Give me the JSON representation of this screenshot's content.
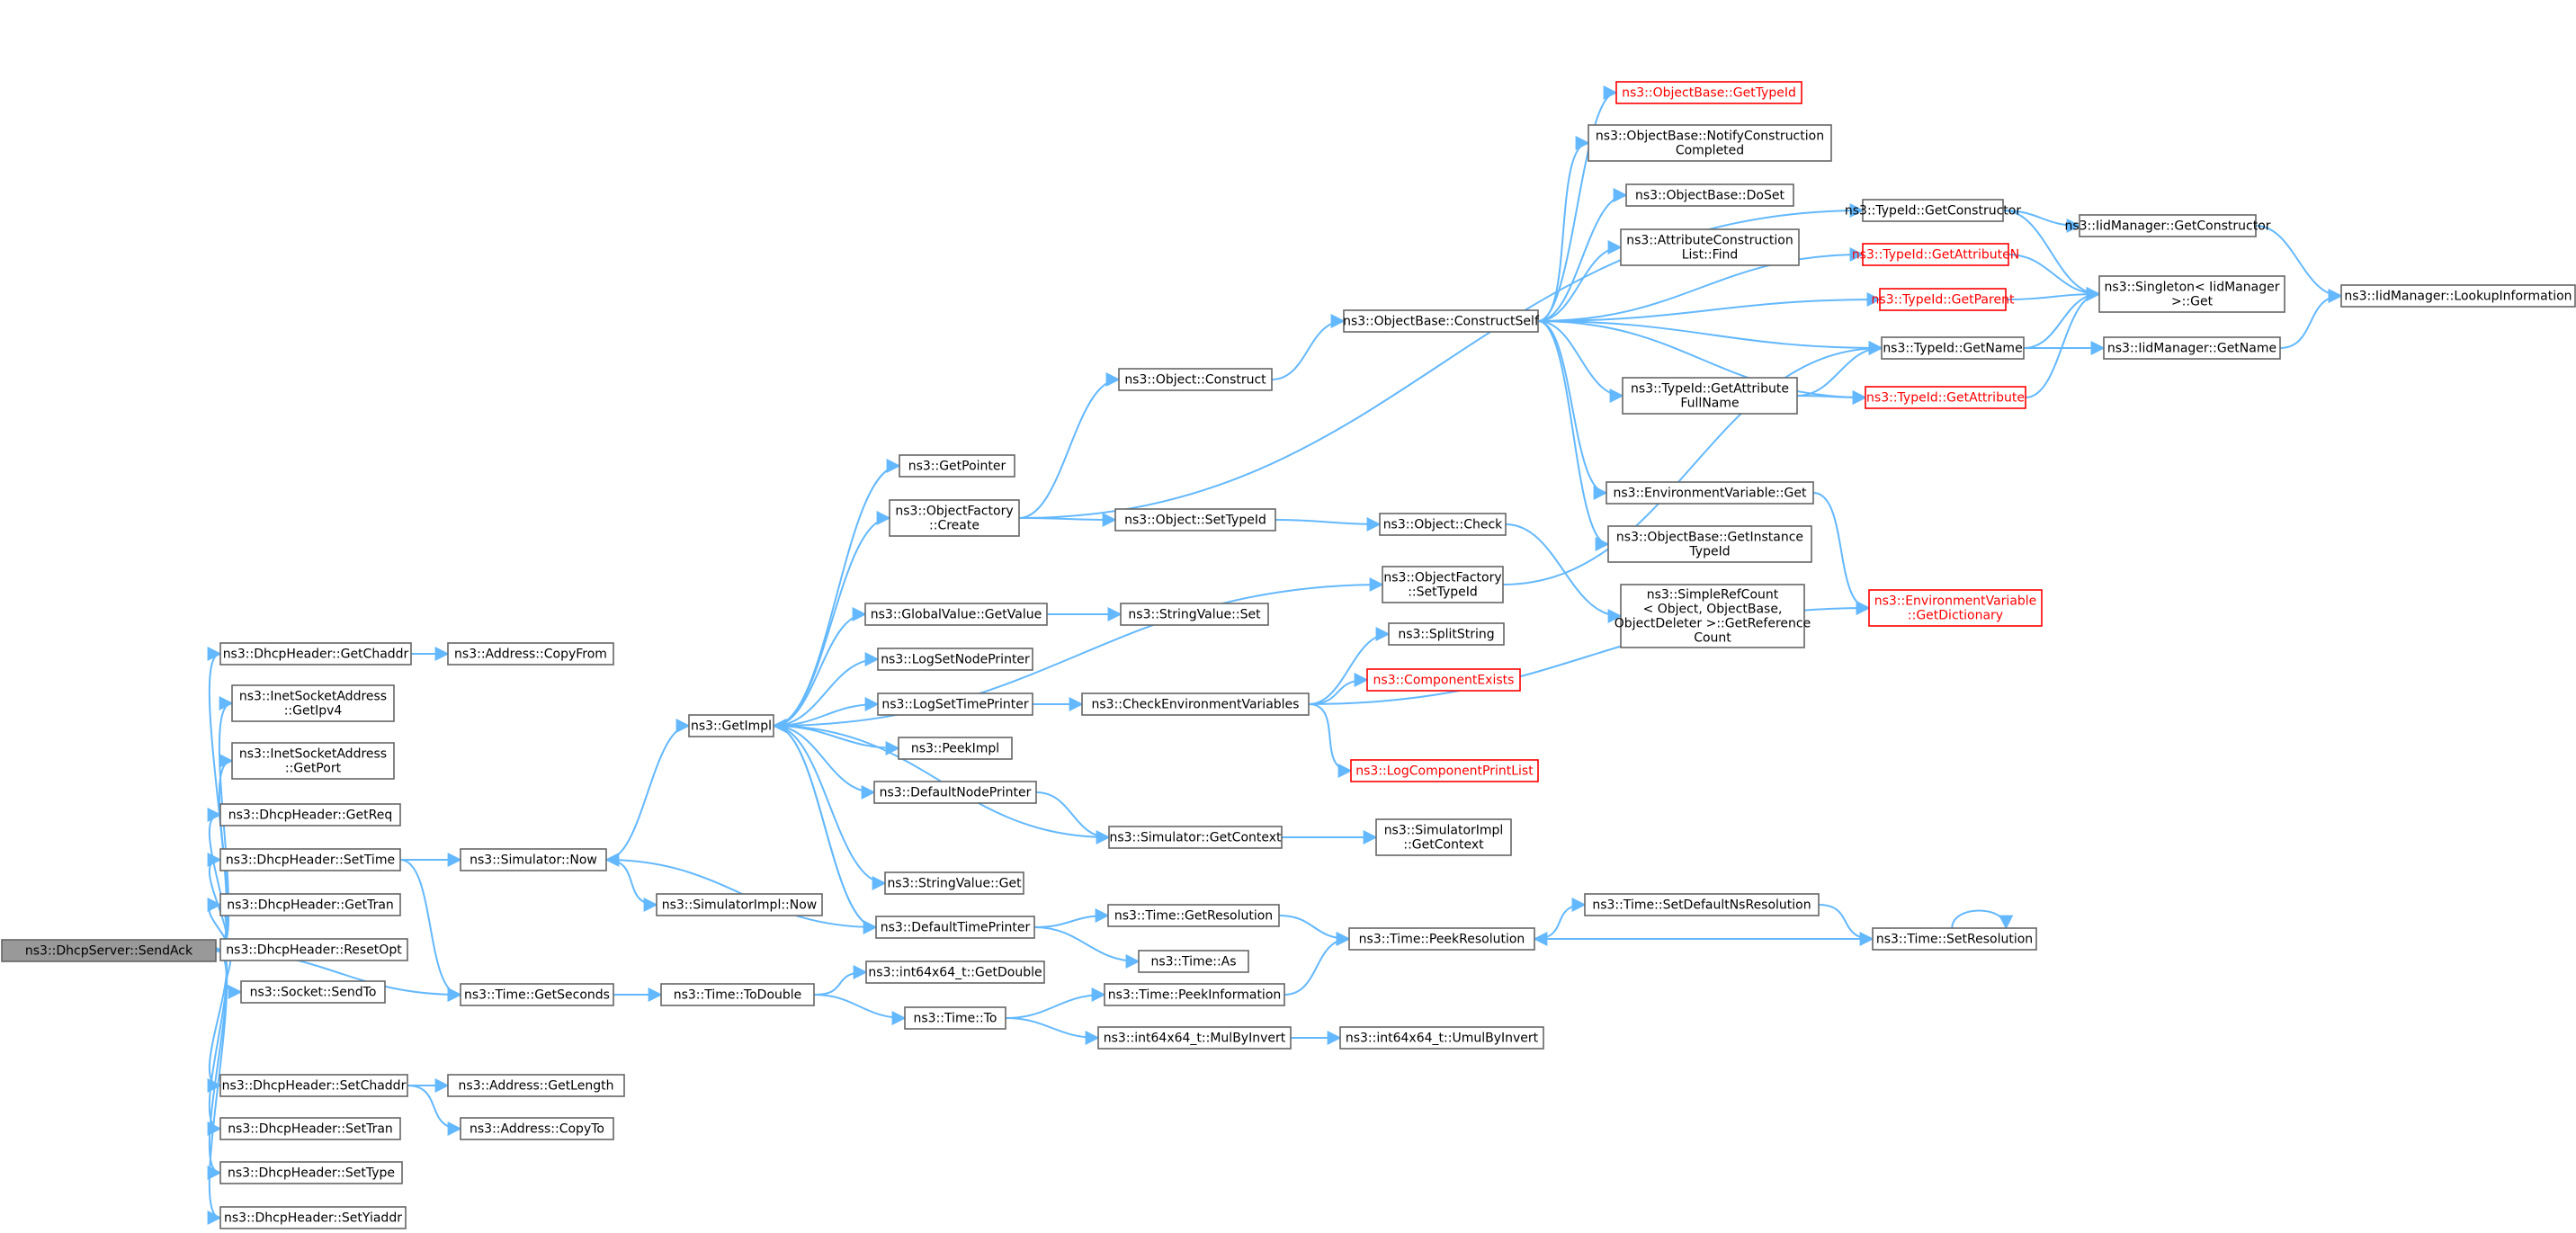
{
  "colors": {
    "edge": "#63b8ff",
    "border": "#666666",
    "warning": "#ff0000",
    "root_fill": "#999999"
  },
  "nodes": [
    {
      "id": "root",
      "lines": [
        "ns3::DhcpServer::SendAck"
      ],
      "style": "root"
    },
    {
      "id": "getChaddr",
      "lines": [
        "ns3::DhcpHeader::GetChaddr"
      ]
    },
    {
      "id": "addrCopyFrom",
      "lines": [
        "ns3::Address::CopyFrom"
      ]
    },
    {
      "id": "getIpv4",
      "lines": [
        "ns3::InetSocketAddress",
        "::GetIpv4"
      ]
    },
    {
      "id": "getPort",
      "lines": [
        "ns3::InetSocketAddress",
        "::GetPort"
      ]
    },
    {
      "id": "getReq",
      "lines": [
        "ns3::DhcpHeader::GetReq"
      ]
    },
    {
      "id": "setTime",
      "lines": [
        "ns3::DhcpHeader::SetTime"
      ]
    },
    {
      "id": "getTran",
      "lines": [
        "ns3::DhcpHeader::GetTran"
      ]
    },
    {
      "id": "resetOpt",
      "lines": [
        "ns3::DhcpHeader::ResetOpt"
      ]
    },
    {
      "id": "sendTo",
      "lines": [
        "ns3::Socket::SendTo"
      ]
    },
    {
      "id": "setChaddr",
      "lines": [
        "ns3::DhcpHeader::SetChaddr"
      ]
    },
    {
      "id": "setTran",
      "lines": [
        "ns3::DhcpHeader::SetTran"
      ]
    },
    {
      "id": "setType",
      "lines": [
        "ns3::DhcpHeader::SetType"
      ]
    },
    {
      "id": "setYiaddr",
      "lines": [
        "ns3::DhcpHeader::SetYiaddr"
      ]
    },
    {
      "id": "simNow",
      "lines": [
        "ns3::Simulator::Now"
      ]
    },
    {
      "id": "getSeconds",
      "lines": [
        "ns3::Time::GetSeconds"
      ]
    },
    {
      "id": "addrGetLength",
      "lines": [
        "ns3::Address::GetLength"
      ]
    },
    {
      "id": "addrCopyTo",
      "lines": [
        "ns3::Address::CopyTo"
      ]
    },
    {
      "id": "getImpl",
      "lines": [
        "ns3::GetImpl"
      ]
    },
    {
      "id": "simImplNow",
      "lines": [
        "ns3::SimulatorImpl::Now"
      ]
    },
    {
      "id": "toDouble",
      "lines": [
        "ns3::Time::ToDouble"
      ]
    },
    {
      "id": "getPointer",
      "lines": [
        "ns3::GetPointer"
      ]
    },
    {
      "id": "ofCreate",
      "lines": [
        "ns3::ObjectFactory",
        "::Create"
      ]
    },
    {
      "id": "gvGetValue",
      "lines": [
        "ns3::GlobalValue::GetValue"
      ]
    },
    {
      "id": "logSetNode",
      "lines": [
        "ns3::LogSetNodePrinter"
      ]
    },
    {
      "id": "logSetTime",
      "lines": [
        "ns3::LogSetTimePrinter"
      ]
    },
    {
      "id": "peekImpl",
      "lines": [
        "ns3::PeekImpl"
      ]
    },
    {
      "id": "defNodePrinter",
      "lines": [
        "ns3::DefaultNodePrinter"
      ]
    },
    {
      "id": "strGet",
      "lines": [
        "ns3::StringValue::Get"
      ]
    },
    {
      "id": "defTimePrinter",
      "lines": [
        "ns3::DefaultTimePrinter"
      ]
    },
    {
      "id": "i64GetDouble",
      "lines": [
        "ns3::int64x64_t::GetDouble"
      ]
    },
    {
      "id": "timeTo",
      "lines": [
        "ns3::Time::To"
      ]
    },
    {
      "id": "objConstruct",
      "lines": [
        "ns3::Object::Construct"
      ]
    },
    {
      "id": "objSetTypeId",
      "lines": [
        "ns3::Object::SetTypeId"
      ]
    },
    {
      "id": "strSet",
      "lines": [
        "ns3::StringValue::Set"
      ]
    },
    {
      "id": "checkEnv",
      "lines": [
        "ns3::CheckEnvironmentVariables"
      ]
    },
    {
      "id": "simGetContext",
      "lines": [
        "ns3::Simulator::GetContext"
      ]
    },
    {
      "id": "timeGetRes",
      "lines": [
        "ns3::Time::GetResolution"
      ]
    },
    {
      "id": "timeAs",
      "lines": [
        "ns3::Time::As"
      ]
    },
    {
      "id": "timePeekInfo",
      "lines": [
        "ns3::Time::PeekInformation"
      ]
    },
    {
      "id": "mulByInvert",
      "lines": [
        "ns3::int64x64_t::MulByInvert"
      ]
    },
    {
      "id": "obConstructSelf",
      "lines": [
        "ns3::ObjectBase::ConstructSelf"
      ]
    },
    {
      "id": "objCheck",
      "lines": [
        "ns3::Object::Check"
      ]
    },
    {
      "id": "ofSetTypeId",
      "lines": [
        "ns3::ObjectFactory",
        "::SetTypeId"
      ]
    },
    {
      "id": "splitString",
      "lines": [
        "ns3::SplitString"
      ]
    },
    {
      "id": "compExists",
      "lines": [
        "ns3::ComponentExists"
      ],
      "style": "red"
    },
    {
      "id": "logCompPrint",
      "lines": [
        "ns3::LogComponentPrintList"
      ],
      "style": "red"
    },
    {
      "id": "simImplGetCtx",
      "lines": [
        "ns3::SimulatorImpl",
        "::GetContext"
      ]
    },
    {
      "id": "peekRes",
      "lines": [
        "ns3::Time::PeekResolution"
      ]
    },
    {
      "id": "umulByInvert",
      "lines": [
        "ns3::int64x64_t::UmulByInvert"
      ]
    },
    {
      "id": "obGetTypeId",
      "lines": [
        "ns3::ObjectBase::GetTypeId"
      ],
      "style": "red"
    },
    {
      "id": "obNotify",
      "lines": [
        "ns3::ObjectBase::NotifyConstruction",
        "Completed"
      ]
    },
    {
      "id": "obDoSet",
      "lines": [
        "ns3::ObjectBase::DoSet"
      ]
    },
    {
      "id": "attrFind",
      "lines": [
        "ns3::AttributeConstruction",
        "List::Find"
      ]
    },
    {
      "id": "tidAttrFull",
      "lines": [
        "ns3::TypeId::GetAttribute",
        "FullName"
      ]
    },
    {
      "id": "envGet",
      "lines": [
        "ns3::EnvironmentVariable::Get"
      ]
    },
    {
      "id": "obGetInst",
      "lines": [
        "ns3::ObjectBase::GetInstance",
        "TypeId"
      ]
    },
    {
      "id": "srcGetRef",
      "lines": [
        "ns3::SimpleRefCount",
        "< Object, ObjectBase,",
        "ObjectDeleter >::GetReference",
        "Count"
      ]
    },
    {
      "id": "setDefNs",
      "lines": [
        "ns3::Time::SetDefaultNsResolution"
      ]
    },
    {
      "id": "timeSetRes",
      "lines": [
        "ns3::Time::SetResolution"
      ]
    },
    {
      "id": "tidGetCtor",
      "lines": [
        "ns3::TypeId::GetConstructor"
      ]
    },
    {
      "id": "tidGetAttrN",
      "lines": [
        "ns3::TypeId::GetAttributeN"
      ],
      "style": "red"
    },
    {
      "id": "tidGetParent",
      "lines": [
        "ns3::TypeId::GetParent"
      ],
      "style": "red"
    },
    {
      "id": "tidGetName",
      "lines": [
        "ns3::TypeId::GetName"
      ]
    },
    {
      "id": "tidGetAttr",
      "lines": [
        "ns3::TypeId::GetAttribute"
      ],
      "style": "red"
    },
    {
      "id": "envGetDict",
      "lines": [
        "ns3::EnvironmentVariable",
        "::GetDictionary"
      ],
      "style": "red"
    },
    {
      "id": "iidGetCtor",
      "lines": [
        "ns3::IidManager::GetConstructor"
      ]
    },
    {
      "id": "singletonGet",
      "lines": [
        "ns3::Singleton< IidManager",
        ">::Get"
      ]
    },
    {
      "id": "iidGetName",
      "lines": [
        "ns3::IidManager::GetName"
      ]
    },
    {
      "id": "iidLookup",
      "lines": [
        "ns3::IidManager::LookupInformation"
      ]
    }
  ],
  "edges": [
    [
      "root",
      "getChaddr"
    ],
    [
      "root",
      "getIpv4"
    ],
    [
      "root",
      "getPort"
    ],
    [
      "root",
      "getReq"
    ],
    [
      "root",
      "setTime"
    ],
    [
      "root",
      "getTran"
    ],
    [
      "root",
      "resetOpt"
    ],
    [
      "root",
      "sendTo"
    ],
    [
      "root",
      "getSeconds"
    ],
    [
      "root",
      "setChaddr"
    ],
    [
      "root",
      "setTran"
    ],
    [
      "root",
      "setType"
    ],
    [
      "root",
      "setYiaddr"
    ],
    [
      "getChaddr",
      "addrCopyFrom"
    ],
    [
      "setTime",
      "simNow"
    ],
    [
      "setTime",
      "getSeconds"
    ],
    [
      "setChaddr",
      "addrGetLength"
    ],
    [
      "setChaddr",
      "addrCopyTo"
    ],
    [
      "simNow",
      "getImpl"
    ],
    [
      "simNow",
      "simImplNow"
    ],
    [
      "getSeconds",
      "toDouble"
    ],
    [
      "getImpl",
      "getPointer"
    ],
    [
      "getImpl",
      "ofCreate"
    ],
    [
      "getImpl",
      "ofSetTypeId"
    ],
    [
      "getImpl",
      "gvGetValue"
    ],
    [
      "getImpl",
      "logSetNode"
    ],
    [
      "getImpl",
      "logSetTime"
    ],
    [
      "getImpl",
      "peekImpl"
    ],
    [
      "getImpl",
      "defNodePrinter"
    ],
    [
      "getImpl",
      "strGet"
    ],
    [
      "getImpl",
      "defTimePrinter"
    ],
    [
      "defTimePrinter",
      "simNow"
    ],
    [
      "defTimePrinter",
      "getImpl"
    ],
    [
      "defTimePrinter",
      "timeGetRes"
    ],
    [
      "defTimePrinter",
      "timeAs"
    ],
    [
      "toDouble",
      "i64GetDouble"
    ],
    [
      "toDouble",
      "timeTo"
    ],
    [
      "ofCreate",
      "objConstruct"
    ],
    [
      "ofCreate",
      "objSetTypeId"
    ],
    [
      "ofCreate",
      "tidGetCtor"
    ],
    [
      "gvGetValue",
      "strSet"
    ],
    [
      "logSetTime",
      "checkEnv"
    ],
    [
      "defNodePrinter",
      "simGetContext"
    ],
    [
      "simGetContext",
      "getImpl"
    ],
    [
      "simGetContext",
      "simImplGetCtx"
    ],
    [
      "timeGetRes",
      "peekRes"
    ],
    [
      "timeTo",
      "timePeekInfo"
    ],
    [
      "timeTo",
      "mulByInvert"
    ],
    [
      "timePeekInfo",
      "peekRes"
    ],
    [
      "mulByInvert",
      "umulByInvert"
    ],
    [
      "objConstruct",
      "obConstructSelf"
    ],
    [
      "objSetTypeId",
      "objCheck"
    ],
    [
      "objCheck",
      "srcGetRef"
    ],
    [
      "ofSetTypeId",
      "tidGetName"
    ],
    [
      "checkEnv",
      "splitString"
    ],
    [
      "checkEnv",
      "compExists"
    ],
    [
      "checkEnv",
      "logCompPrint"
    ],
    [
      "checkEnv",
      "envGetDict"
    ],
    [
      "peekRes",
      "setDefNs"
    ],
    [
      "setDefNs",
      "timeSetRes"
    ],
    [
      "timeSetRes",
      "peekRes"
    ],
    [
      "timeSetRes",
      "timeSetRes"
    ],
    [
      "obConstructSelf",
      "obGetTypeId"
    ],
    [
      "obConstructSelf",
      "obNotify"
    ],
    [
      "obConstructSelf",
      "obDoSet"
    ],
    [
      "obConstructSelf",
      "attrFind"
    ],
    [
      "obConstructSelf",
      "tidGetAttrN"
    ],
    [
      "obConstructSelf",
      "tidGetParent"
    ],
    [
      "obConstructSelf",
      "tidGetName"
    ],
    [
      "obConstructSelf",
      "tidAttrFull"
    ],
    [
      "obConstructSelf",
      "tidGetAttr"
    ],
    [
      "obConstructSelf",
      "envGet"
    ],
    [
      "obConstructSelf",
      "obGetInst"
    ],
    [
      "tidAttrFull",
      "tidGetName"
    ],
    [
      "tidAttrFull",
      "tidGetAttr"
    ],
    [
      "envGet",
      "envGetDict"
    ],
    [
      "tidGetCtor",
      "iidGetCtor"
    ],
    [
      "tidGetCtor",
      "singletonGet"
    ],
    [
      "tidGetAttrN",
      "singletonGet"
    ],
    [
      "tidGetParent",
      "singletonGet"
    ],
    [
      "tidGetName",
      "singletonGet"
    ],
    [
      "tidGetName",
      "iidGetName"
    ],
    [
      "tidGetAttr",
      "singletonGet"
    ],
    [
      "iidGetCtor",
      "iidLookup"
    ],
    [
      "iidGetName",
      "iidLookup"
    ]
  ]
}
